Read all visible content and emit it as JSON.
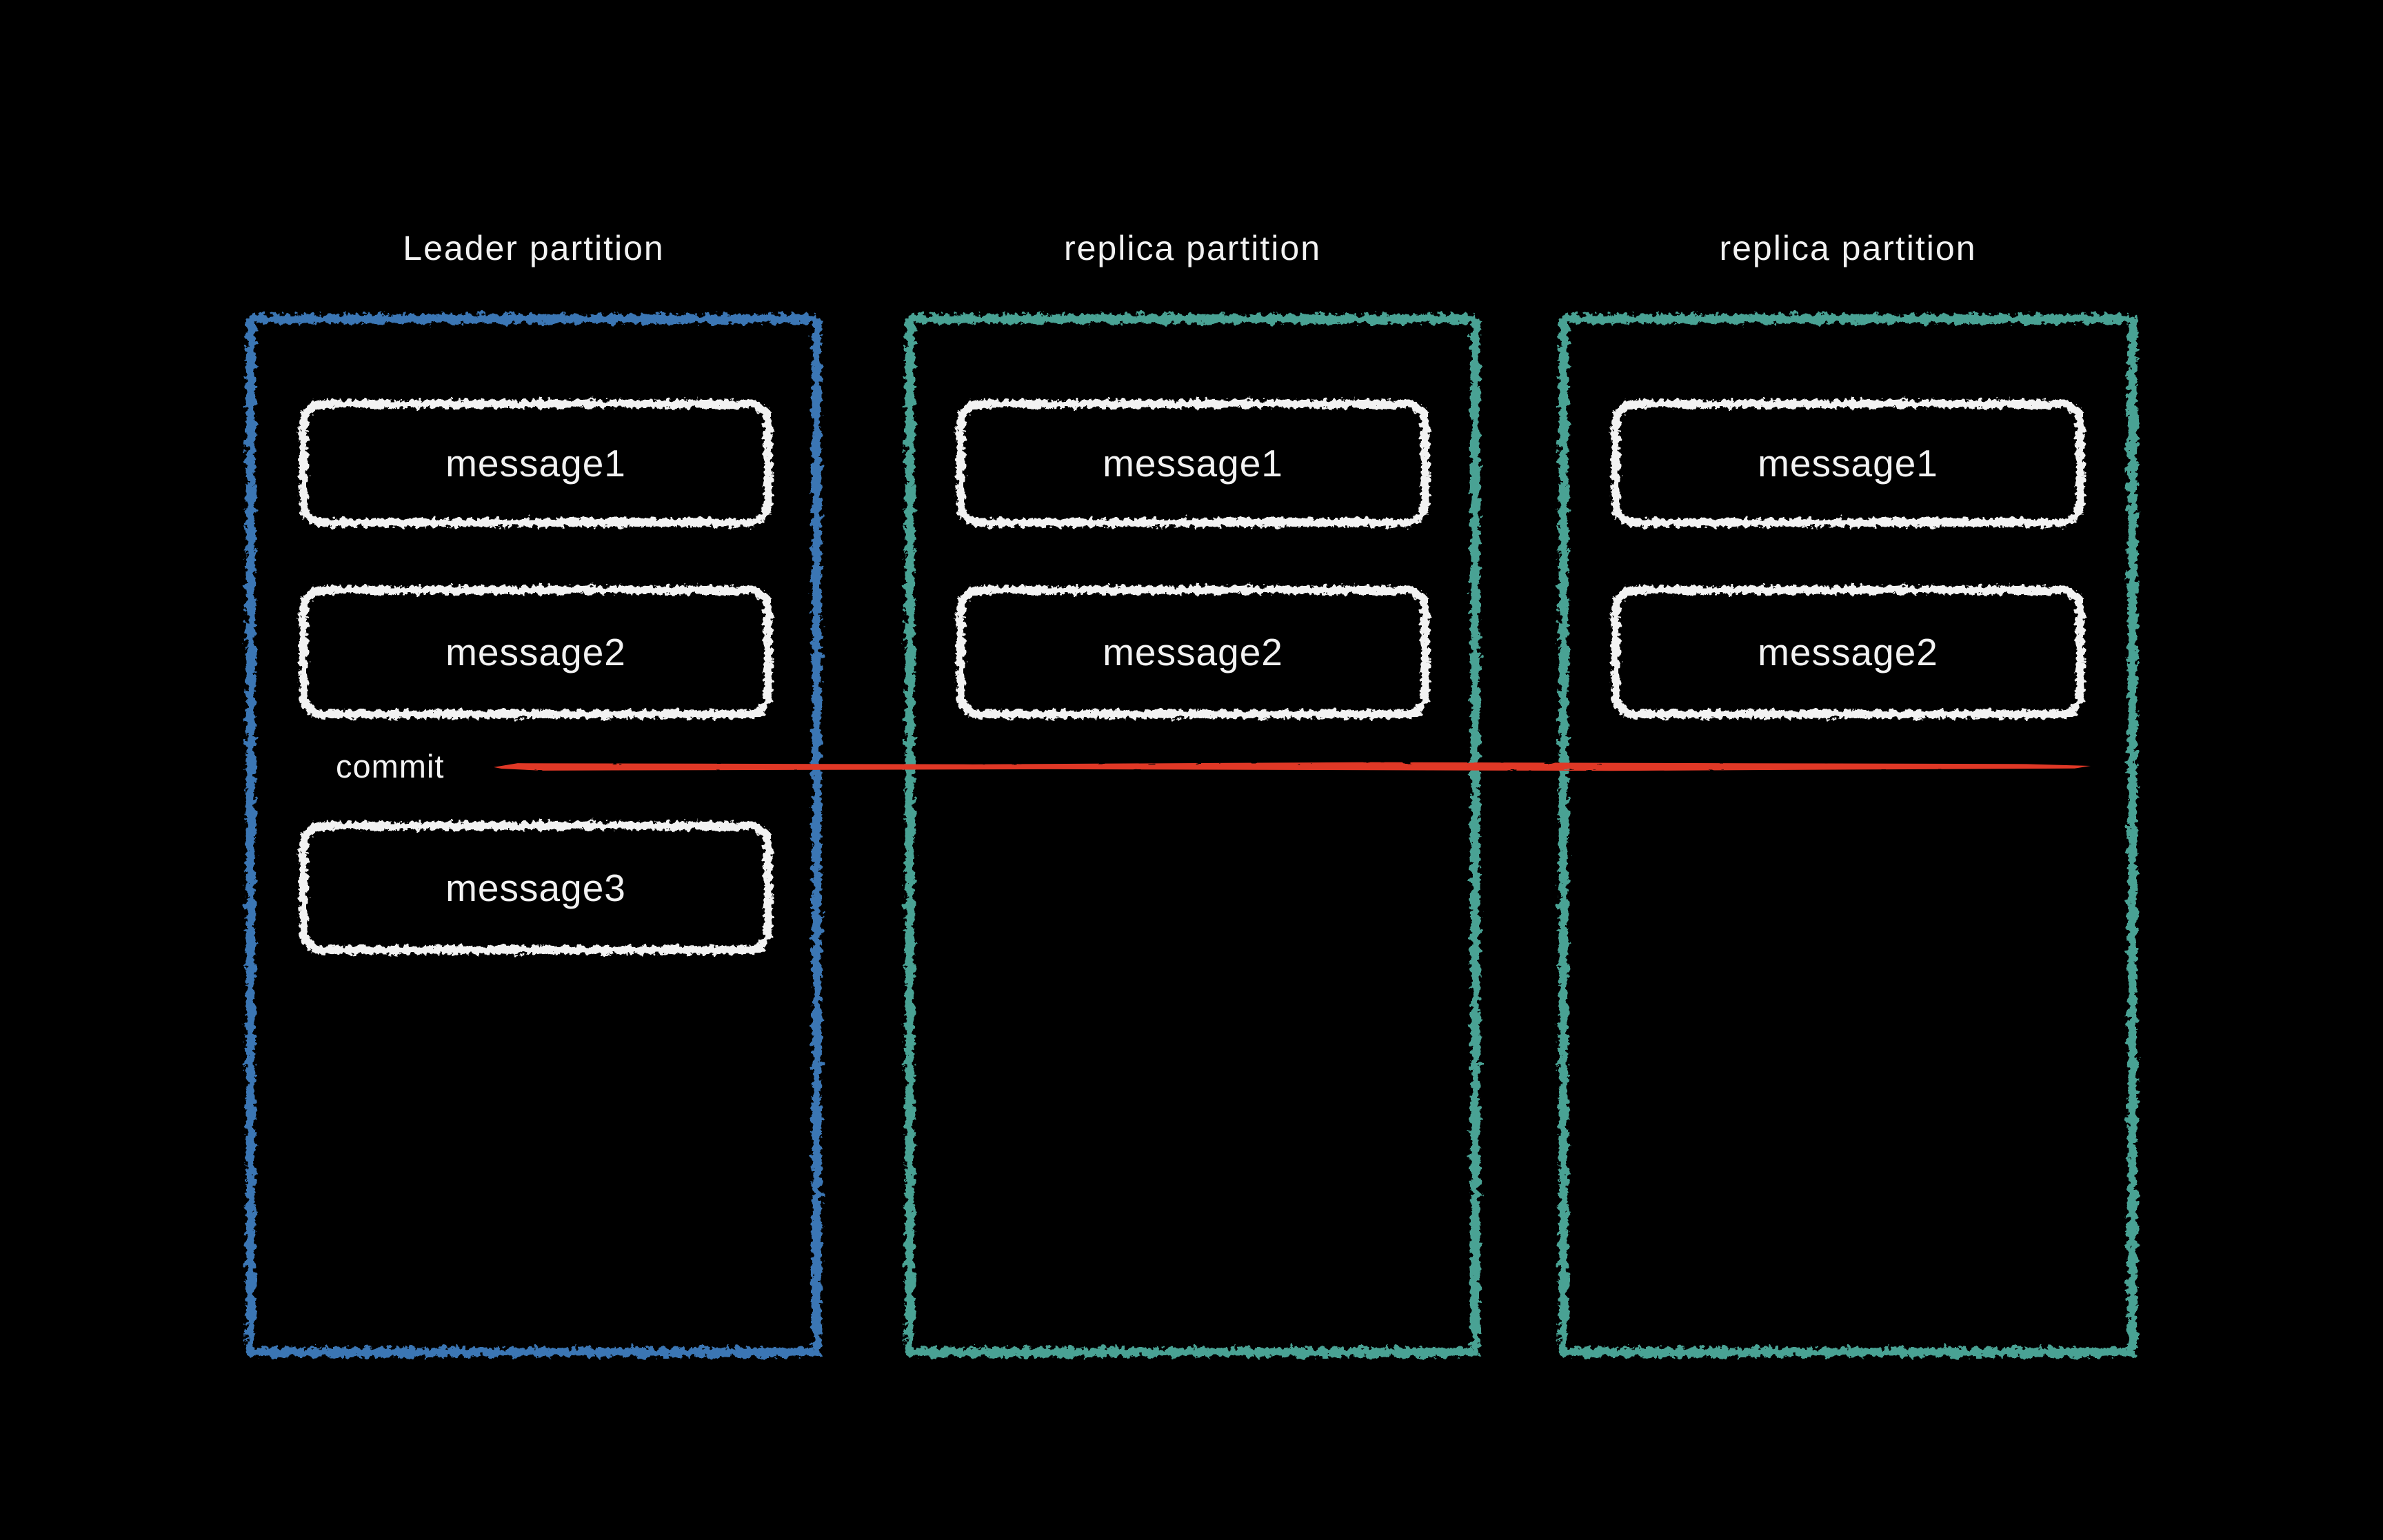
{
  "diagram": {
    "commit_label": "commit",
    "partitions": [
      {
        "title": "Leader partition",
        "role": "leader",
        "messages": [
          "message1",
          "message2",
          "message3"
        ]
      },
      {
        "title": "replica partition",
        "role": "replica",
        "messages": [
          "message1",
          "message2"
        ]
      },
      {
        "title": "replica partition",
        "role": "replica",
        "messages": [
          "message1",
          "message2"
        ]
      }
    ],
    "colors": {
      "background": "#000000",
      "leader_border": "#3a76b4",
      "replica_border": "#4aa294",
      "commit_line": "#e03926",
      "chalk_white": "#f2f2f2"
    }
  }
}
